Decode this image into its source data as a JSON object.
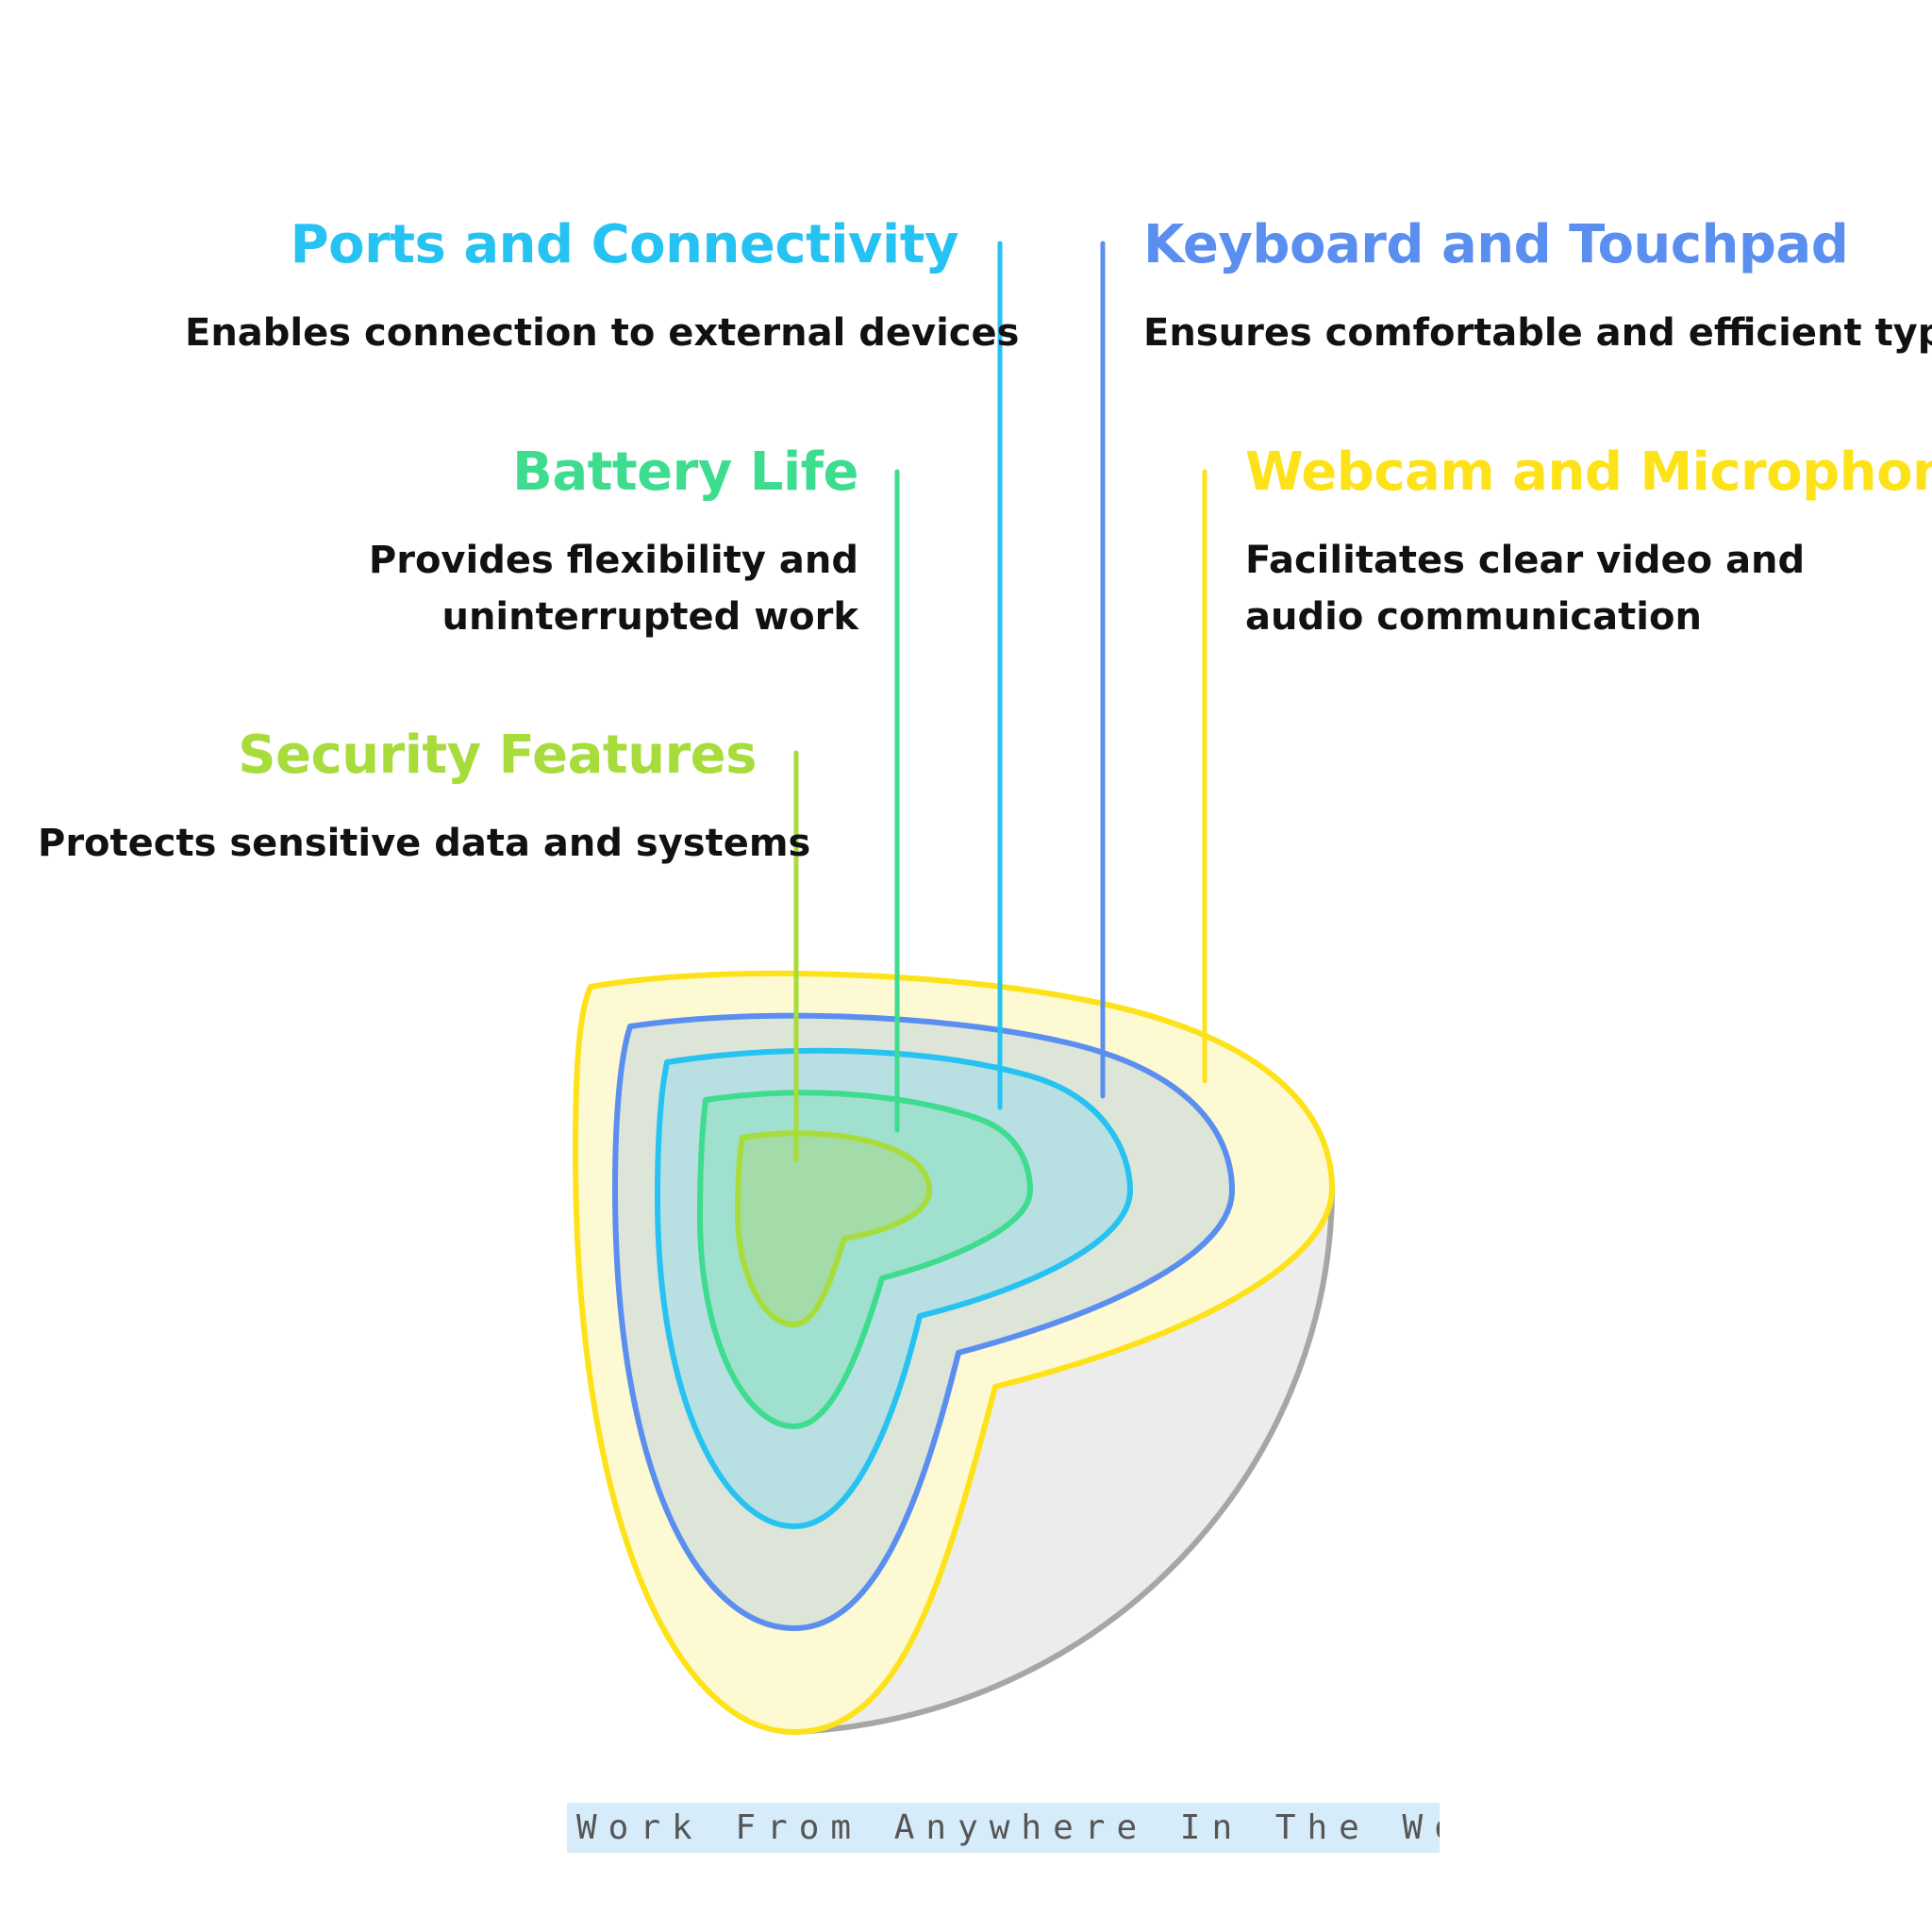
{
  "layers": [
    {
      "id": "webcam",
      "title": "Webcam and Microphone",
      "description": "Facilitates clear video and audio communication",
      "color": "#fde21a",
      "fill": "#fdf9d2"
    },
    {
      "id": "keyboard",
      "title": "Keyboard and Touchpad",
      "description": "Ensures comfortable and efficient typing",
      "color": "#5a8ff0",
      "fill": "#dde4d8"
    },
    {
      "id": "ports",
      "title": "Ports and Connectivity",
      "description": "Enables connection to external devices",
      "color": "#25c2f2",
      "fill": "#b8e0e2"
    },
    {
      "id": "battery",
      "title": "Battery Life",
      "description": "Provides flexibility and uninterrupted work",
      "color": "#3edc8f",
      "fill": "#9fe0ce"
    },
    {
      "id": "security",
      "title": "Security Features",
      "description": "Protects sensitive data and systems",
      "color": "#a8dc3c",
      "fill": "#a3dca9"
    }
  ],
  "shell_color": "#a6a6a6",
  "shell_fill": "#ececec",
  "footer": {
    "text": "Work From Anywhere In The World"
  }
}
